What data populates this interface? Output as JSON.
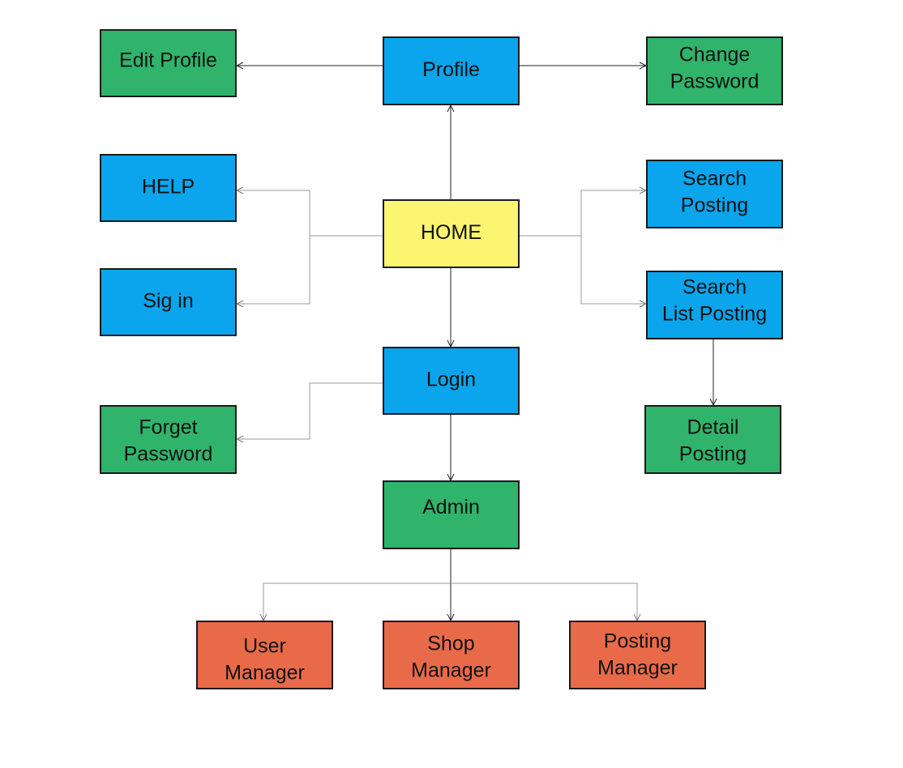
{
  "colors": {
    "home": "#fbf56f",
    "page": "#0aa5ec",
    "function": "#30b46b",
    "manager": "#e96a49",
    "edge": "#222222",
    "edge_light": "#9a9a9a"
  },
  "nodes": {
    "edit_profile": {
      "lines": [
        "Edit Profile"
      ],
      "kind": "function"
    },
    "profile": {
      "lines": [
        "Profile"
      ],
      "kind": "page"
    },
    "change_password": {
      "lines": [
        "Change",
        "Password"
      ],
      "kind": "function"
    },
    "help": {
      "lines": [
        "HELP"
      ],
      "kind": "page"
    },
    "home": {
      "lines": [
        "HOME"
      ],
      "kind": "home"
    },
    "search_posting": {
      "lines": [
        "Search",
        "Posting"
      ],
      "kind": "page"
    },
    "sign_in": {
      "lines": [
        "Sig in"
      ],
      "kind": "page"
    },
    "search_list_posting": {
      "lines": [
        "Search",
        "List Posting"
      ],
      "kind": "page"
    },
    "login": {
      "lines": [
        "Login"
      ],
      "kind": "page"
    },
    "forget_password": {
      "lines": [
        "Forget",
        "Password"
      ],
      "kind": "function"
    },
    "detail_posting": {
      "lines": [
        "Detail",
        "Posting"
      ],
      "kind": "function"
    },
    "admin": {
      "lines": [
        "Admin"
      ],
      "kind": "function"
    },
    "user_manager": {
      "lines": [
        "User",
        "Manager"
      ],
      "kind": "manager"
    },
    "shop_manager": {
      "lines": [
        "Shop",
        "Manager"
      ],
      "kind": "manager"
    },
    "posting_manager": {
      "lines": [
        "Posting",
        "Manager"
      ],
      "kind": "manager"
    }
  },
  "edges": [
    {
      "from": "home",
      "to": "profile"
    },
    {
      "from": "profile",
      "to": "edit_profile"
    },
    {
      "from": "profile",
      "to": "change_password"
    },
    {
      "from": "home",
      "to": "help"
    },
    {
      "from": "home",
      "to": "sign_in"
    },
    {
      "from": "home",
      "to": "search_posting"
    },
    {
      "from": "home",
      "to": "search_list_posting"
    },
    {
      "from": "search_list_posting",
      "to": "detail_posting"
    },
    {
      "from": "home",
      "to": "login"
    },
    {
      "from": "login",
      "to": "forget_password"
    },
    {
      "from": "login",
      "to": "admin"
    },
    {
      "from": "admin",
      "to": "user_manager"
    },
    {
      "from": "admin",
      "to": "shop_manager"
    },
    {
      "from": "admin",
      "to": "posting_manager"
    }
  ]
}
